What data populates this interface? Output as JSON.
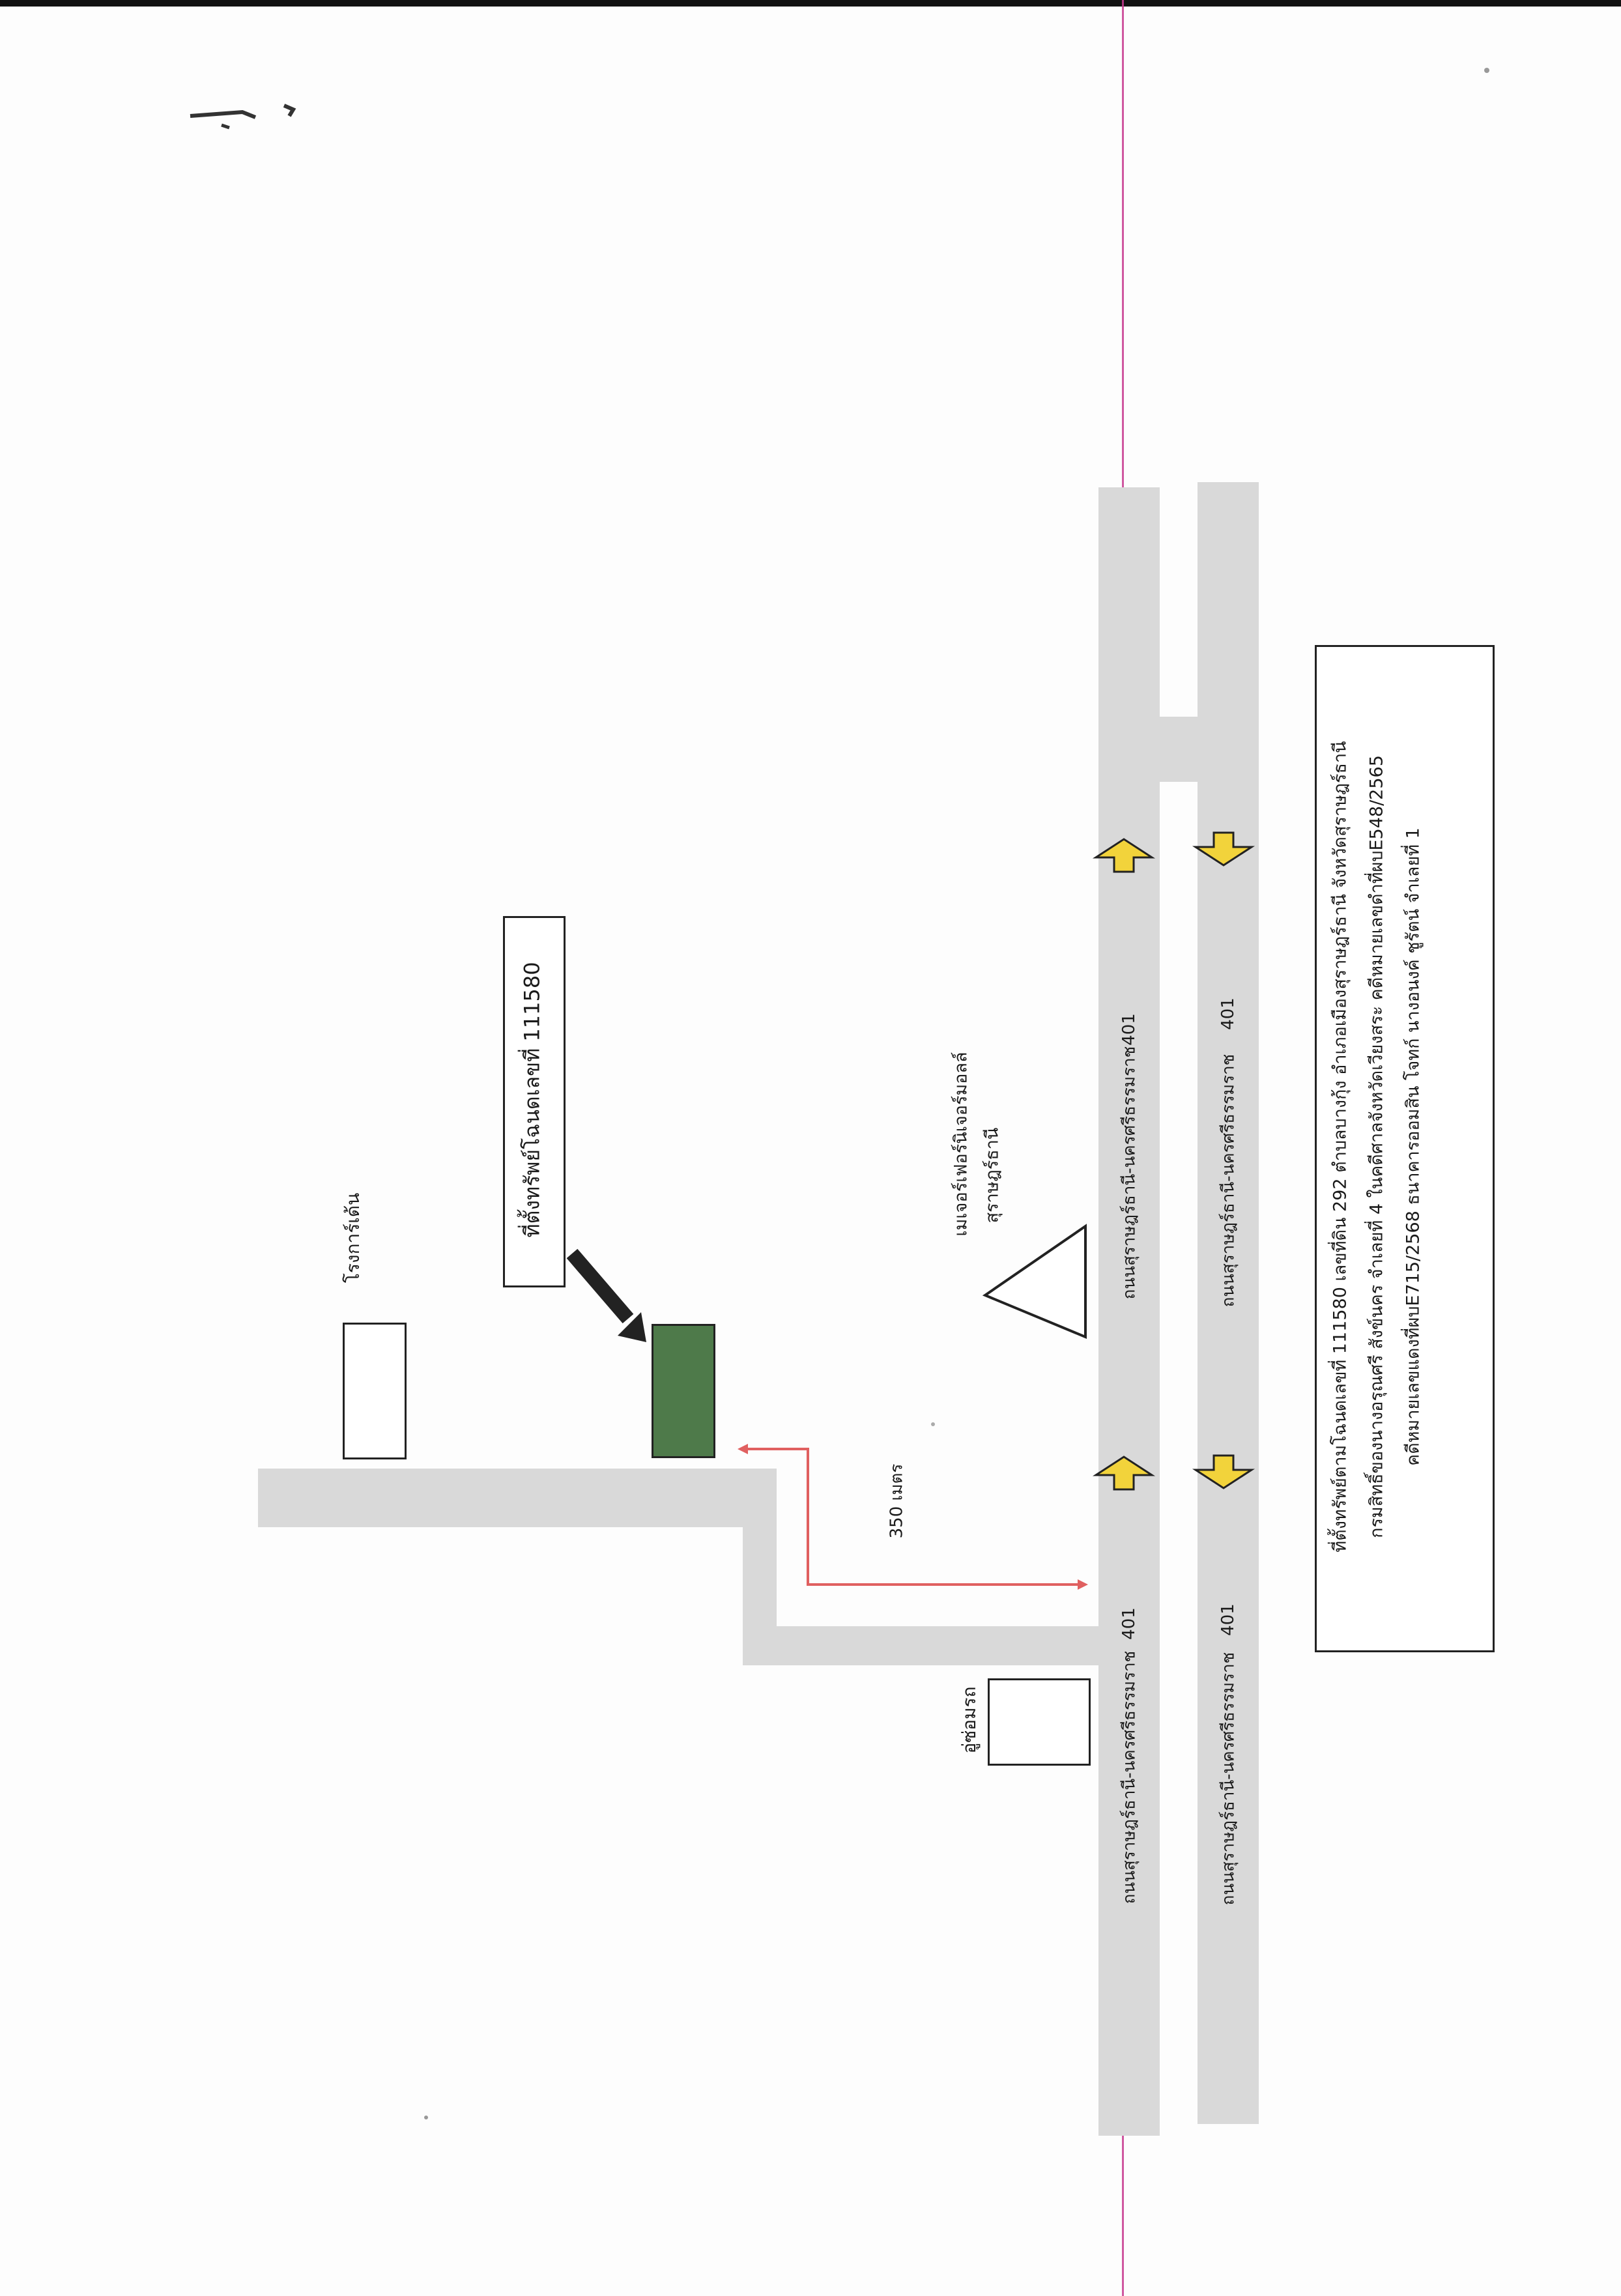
{
  "map": {
    "labels": {
      "auto_repair": "อู่ซ่อมรถ",
      "textile_factory": "โรงการ์เด้น",
      "property_label": "ที่ตั้งทรัพย์โฉนดเลขที่  111580",
      "furniture_store_line1": "เมเจอร์เฟอร์นิเจอร์มอลล์",
      "furniture_store_line2": "สุราษฎร์ธานี",
      "distance": "350 เมตร"
    },
    "roads": {
      "road_upper_a": "ถนนสุราษฎร์ธานี-นครศรีธรรมราช",
      "road_upper_a_no": "401",
      "road_upper_b": "ถนนสุราษฎร์ธานี-นครศรีธรรมราช",
      "road_upper_b_no": "401",
      "road_lower_a": "ถนนสุราษฎร์ธานี-นครศรีธรรมราช",
      "road_lower_a_no": "401",
      "road_lower_b": "ถนนสุราษฎร์ธานี-นครศรีธรรมราช",
      "road_lower_b_no": "401"
    },
    "colors": {
      "road": "#d9d9d9",
      "property": "#4e7a4a",
      "arrow_fill": "#f2d33b",
      "distance_line": "#e06060",
      "margin_line": "#c7398f"
    },
    "icons": [
      "triangle-landmark-icon",
      "direction-arrow-icon",
      "pointer-arrow-icon"
    ]
  },
  "note": {
    "line1": "ที่ตั้งทรัพย์ตามโฉนดเลขที่  111580 เลขที่ดิน 292 ตำบลบางกุ้ง อำเภอเมืองสุราษฎร์ธานี จังหวัดสุราษฎร์ธานี",
    "line2": "กรมสิทธิ์ของนางอรุณศรี  สังข์นคร จำเลยที่  4 ในคดีศาลจังหวัดเวียงสระ คดีหมายเลขดำที่ผบE548/2565",
    "line3": "คดีหมายเลขแดงที่ผบE715/2568  ธนาคารออมสิน โจทก์ นางอนงค์  ชูรัตน์ จำเลยที่  1"
  }
}
